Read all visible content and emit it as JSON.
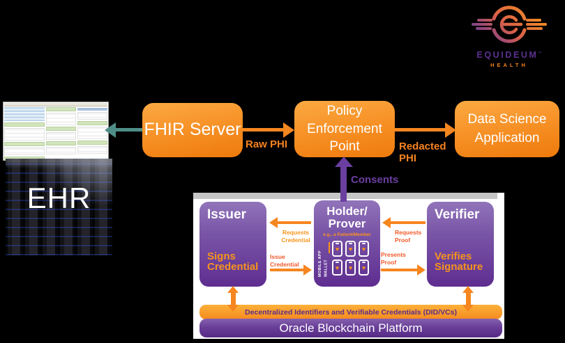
{
  "colors": {
    "accent_orange": "#f58220",
    "accent_purple": "#5f2d91",
    "teal_arrow": "#4e8e87",
    "consents_purple": "#6b3fa0",
    "label_orange": "#f7941d",
    "label_red_orange": "#f1592a"
  },
  "logo": {
    "brand": "EQUIDEUM",
    "tm": "™",
    "sub": "HEALTH"
  },
  "flow": {
    "ehr": "EHR",
    "fhir_server": "FHIR Server",
    "policy_enforcement_point": "Policy Enforcement Point",
    "data_science_application": "Data Science Application",
    "raw_phi": "Raw PHI",
    "redacted_phi": "Redacted PHI",
    "consents": "Consents"
  },
  "ssi": {
    "issuer_title": "Issuer",
    "issuer_action": "Signs Credential",
    "holder_title_1": "Holder/",
    "holder_title_2": "Prover",
    "holder_subtitle": "e.g., a Patient/Member",
    "wallet_label": "MOBILE APP WALLET",
    "verifier_title": "Verifier",
    "verifier_action": "Verifies Signature",
    "requests_credential": "Requests Credential",
    "issue_credential": "Issue Credential",
    "requests_proof": "Requests Proof",
    "presents_proof": "Presents Proof",
    "did_bar": "Decentralized Identifiers and Verifiable Credentials (DID/VCs)",
    "platform_bar": "Oracle Blockchain Platform"
  }
}
